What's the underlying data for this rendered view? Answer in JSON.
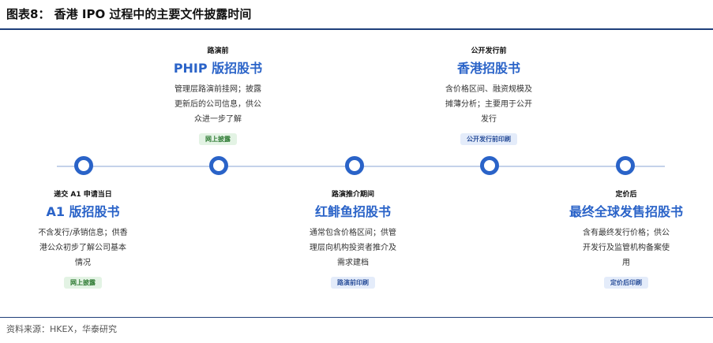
{
  "title": "图表8：  香港 IPO 过程中的主要文件披露时间",
  "source": "资料来源：HKEX，华泰研究",
  "stages": [
    {
      "tag": "递交 A1 申请当日",
      "name": "A1 版招股书",
      "desc": "不含发行/承销信息；供香\n港公众初步了解公司基本\n情况",
      "badge": "网上披露",
      "badge_color": "green",
      "position": "below"
    },
    {
      "tag": "路演前",
      "name": "PHIP 版招股书",
      "desc": "管理层路演前挂网；披露\n更新后的公司信息，供公\n众进一步了解",
      "badge": "网上披露",
      "badge_color": "green",
      "position": "above"
    },
    {
      "tag": "路演推介期间",
      "name": "红鲱鱼招股书",
      "desc": "通常包含价格区间；供管\n理层向机构投资者推介及\n需求建档",
      "badge": "路演前印刷",
      "badge_color": "blue",
      "position": "below"
    },
    {
      "tag": "公开发行前",
      "name": "香港招股书",
      "desc": "含价格区间、融资规模及\n摊薄分析；主要用于公开\n发行",
      "badge": "公开发行前印刷",
      "badge_color": "blue",
      "position": "above"
    },
    {
      "tag": "定价后",
      "name": "最终全球发售招股书",
      "desc": "含有最终发行价格；供公\n开发行及监管机构备案使\n用",
      "badge": "定价后印刷",
      "badge_color": "blue",
      "position": "below"
    }
  ],
  "colors": {
    "accent": "#2a63c8",
    "line": "#c4d2ea",
    "badge_green_bg": "#e3f3e4",
    "badge_blue_bg": "#e4ecfa"
  }
}
